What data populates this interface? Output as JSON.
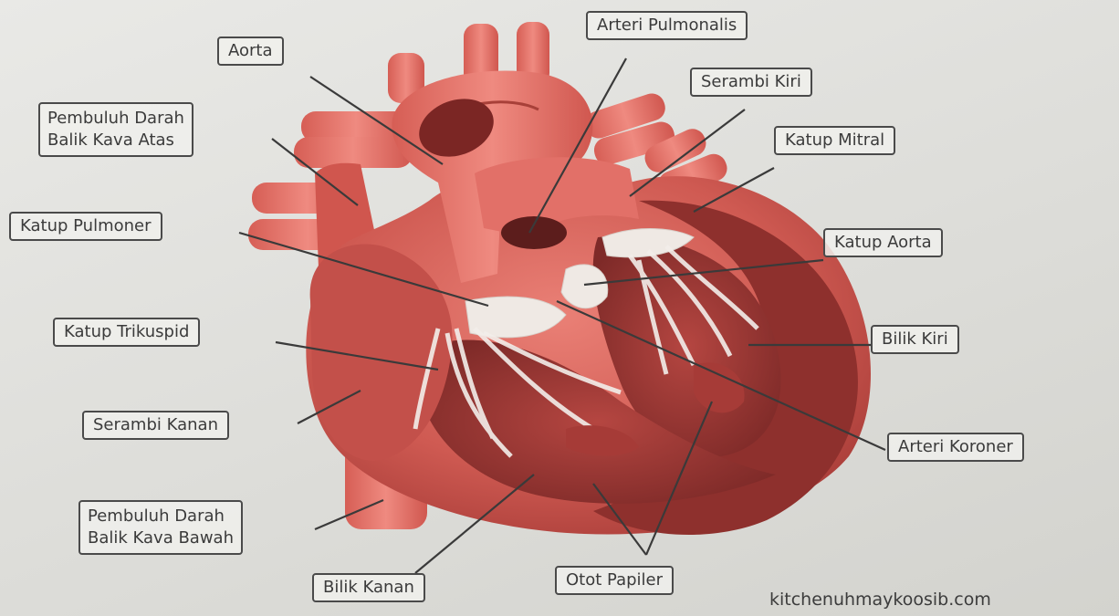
{
  "labels": {
    "aorta": "Aorta",
    "arteri_pulmonalis": "Arteri Pulmonalis",
    "serambi_kiri": "Serambi Kiri",
    "pembuluh_atas_1": "Pembuluh Darah",
    "pembuluh_atas_2": "Balik Kava Atas",
    "katup_mitral": "Katup Mitral",
    "katup_pulmoner": "Katup Pulmoner",
    "katup_aorta": "Katup Aorta",
    "katup_trikuspid": "Katup Trikuspid",
    "bilik_kiri": "Bilik Kiri",
    "serambi_kanan": "Serambi Kanan",
    "arteri_koroner": "Arteri Koroner",
    "pembuluh_bawah_1": "Pembuluh Darah",
    "pembuluh_bawah_2": "Balik Kava Bawah",
    "bilik_kanan": "Bilik Kanan",
    "otot_papiler": "Otot Papiler"
  },
  "watermark": "kitchenuhmaykoosib.com",
  "colors": {
    "heart_light": "#e87a70",
    "heart_mid": "#c9534c",
    "heart_dark": "#8c2f2c",
    "valve": "#f1ece8",
    "leader_line": "#3a3a3a"
  }
}
